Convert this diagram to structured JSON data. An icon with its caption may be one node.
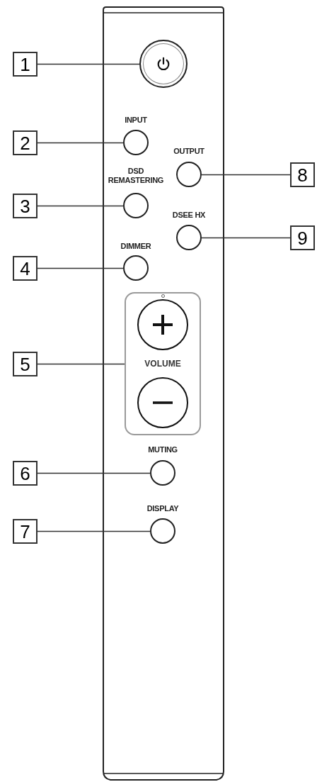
{
  "diagram": {
    "nodes": [
      {
        "text": [
          "1"
        ]
      },
      {
        "text": [
          "2"
        ]
      },
      {
        "text": [
          "3"
        ]
      },
      {
        "text": [
          "4"
        ]
      },
      {
        "text": [
          "5"
        ]
      },
      {
        "text": [
          "6"
        ]
      },
      {
        "text": [
          "7"
        ]
      },
      {
        "text": [
          "8"
        ]
      },
      {
        "text": [
          "9"
        ]
      },
      {
        "text": [],
        "shape": "circle"
      },
      {
        "text": [],
        "shape": "circle"
      },
      {
        "text": [],
        "shape": "circle"
      },
      {
        "text": [],
        "shape": "circle"
      },
      {
        "text": [
          "VOLUME"
        ]
      },
      {
        "text": [],
        "shape": "circle"
      },
      {
        "text": [],
        "shape": "circle"
      },
      {
        "text": [],
        "shape": "circle"
      },
      {
        "text": [],
        "shape": "circle"
      }
    ],
    "edges": [
      {
        "from": 0,
        "to": 9,
        "arrow": "none"
      },
      {
        "from": 1,
        "to": 10,
        "arrow": "none"
      },
      {
        "from": 2,
        "to": 11,
        "arrow": "none"
      },
      {
        "from": 3,
        "to": 12,
        "arrow": "none"
      },
      {
        "from": 4,
        "to": 13,
        "arrow": "none"
      },
      {
        "from": 5,
        "to": 14,
        "arrow": "none"
      },
      {
        "from": 6,
        "to": 15,
        "arrow": "none"
      },
      {
        "from": 7,
        "to": 16,
        "arrow": "none"
      },
      {
        "from": 8,
        "to": 17,
        "arrow": "none"
      }
    ],
    "labels": [
      "INPUT",
      "OUTPUT",
      "DSD REMASTERING",
      "DSEE HX",
      "DIMMER",
      "MUTING",
      "DISPLAY"
    ]
  }
}
